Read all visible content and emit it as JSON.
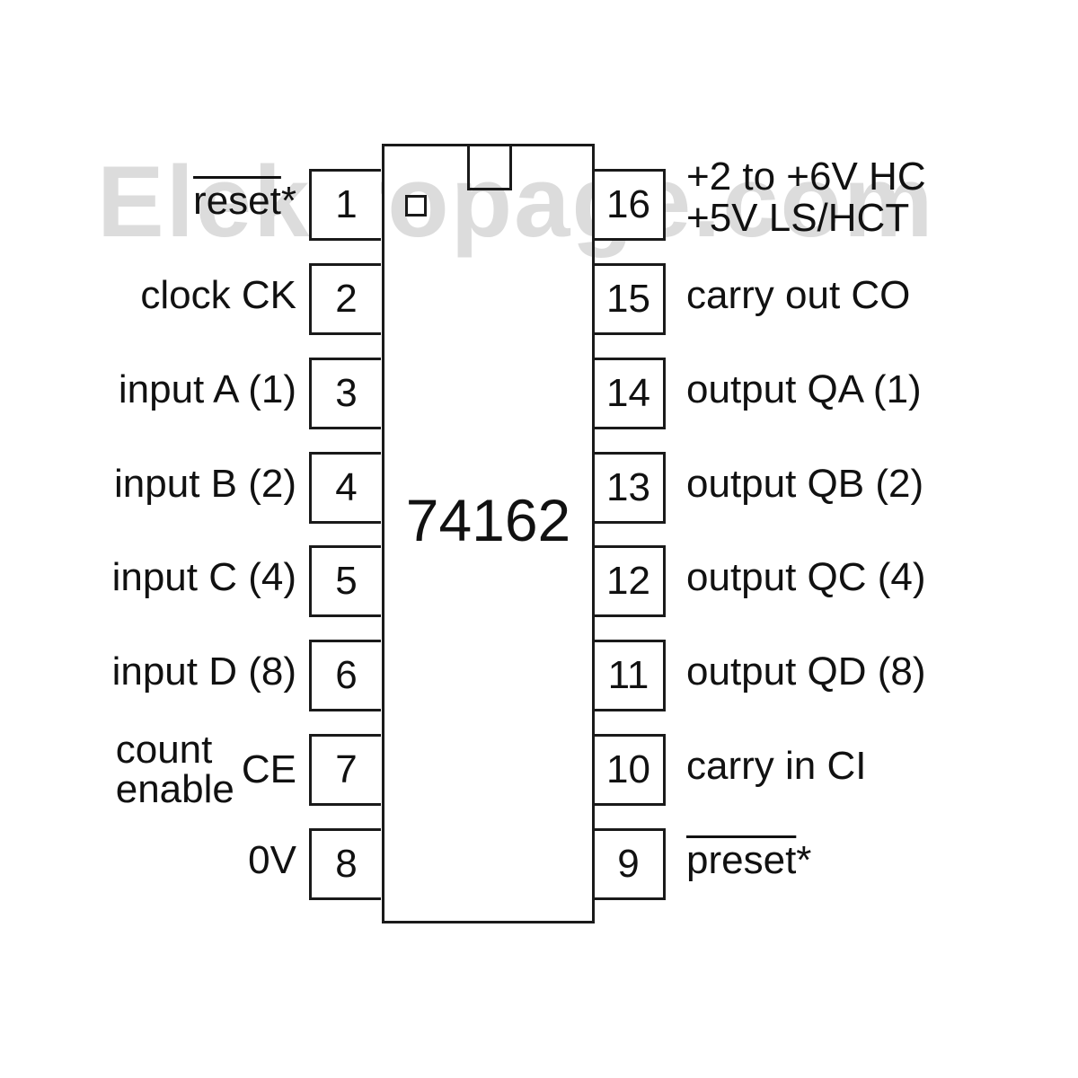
{
  "watermark": "Elektropage.com",
  "chip": {
    "label": "74162"
  },
  "pins_left": [
    {
      "num": "1",
      "label": "reset",
      "suffix": "*",
      "overbar": true
    },
    {
      "num": "2",
      "label": "clock CK"
    },
    {
      "num": "3",
      "label": "input A (1)"
    },
    {
      "num": "4",
      "label": "input B (2)"
    },
    {
      "num": "5",
      "label": "input C (4)"
    },
    {
      "num": "6",
      "label": "input D (8)"
    },
    {
      "num": "7",
      "label_line1": "count",
      "label_line2": "enable",
      "abbr": "CE"
    },
    {
      "num": "8",
      "label": "0V"
    }
  ],
  "pins_right": [
    {
      "num": "16",
      "label_line1": "+2 to +6V HC",
      "label_line2": "+5V LS/HCT"
    },
    {
      "num": "15",
      "label": "carry out CO"
    },
    {
      "num": "14",
      "label": "output QA (1)"
    },
    {
      "num": "13",
      "label": "output QB (2)"
    },
    {
      "num": "12",
      "label": "output QC (4)"
    },
    {
      "num": "11",
      "label": "output QD (8)"
    },
    {
      "num": "10",
      "label": "carry in CI"
    },
    {
      "num": "9",
      "label": "preset",
      "suffix": "*",
      "overbar": true
    }
  ]
}
